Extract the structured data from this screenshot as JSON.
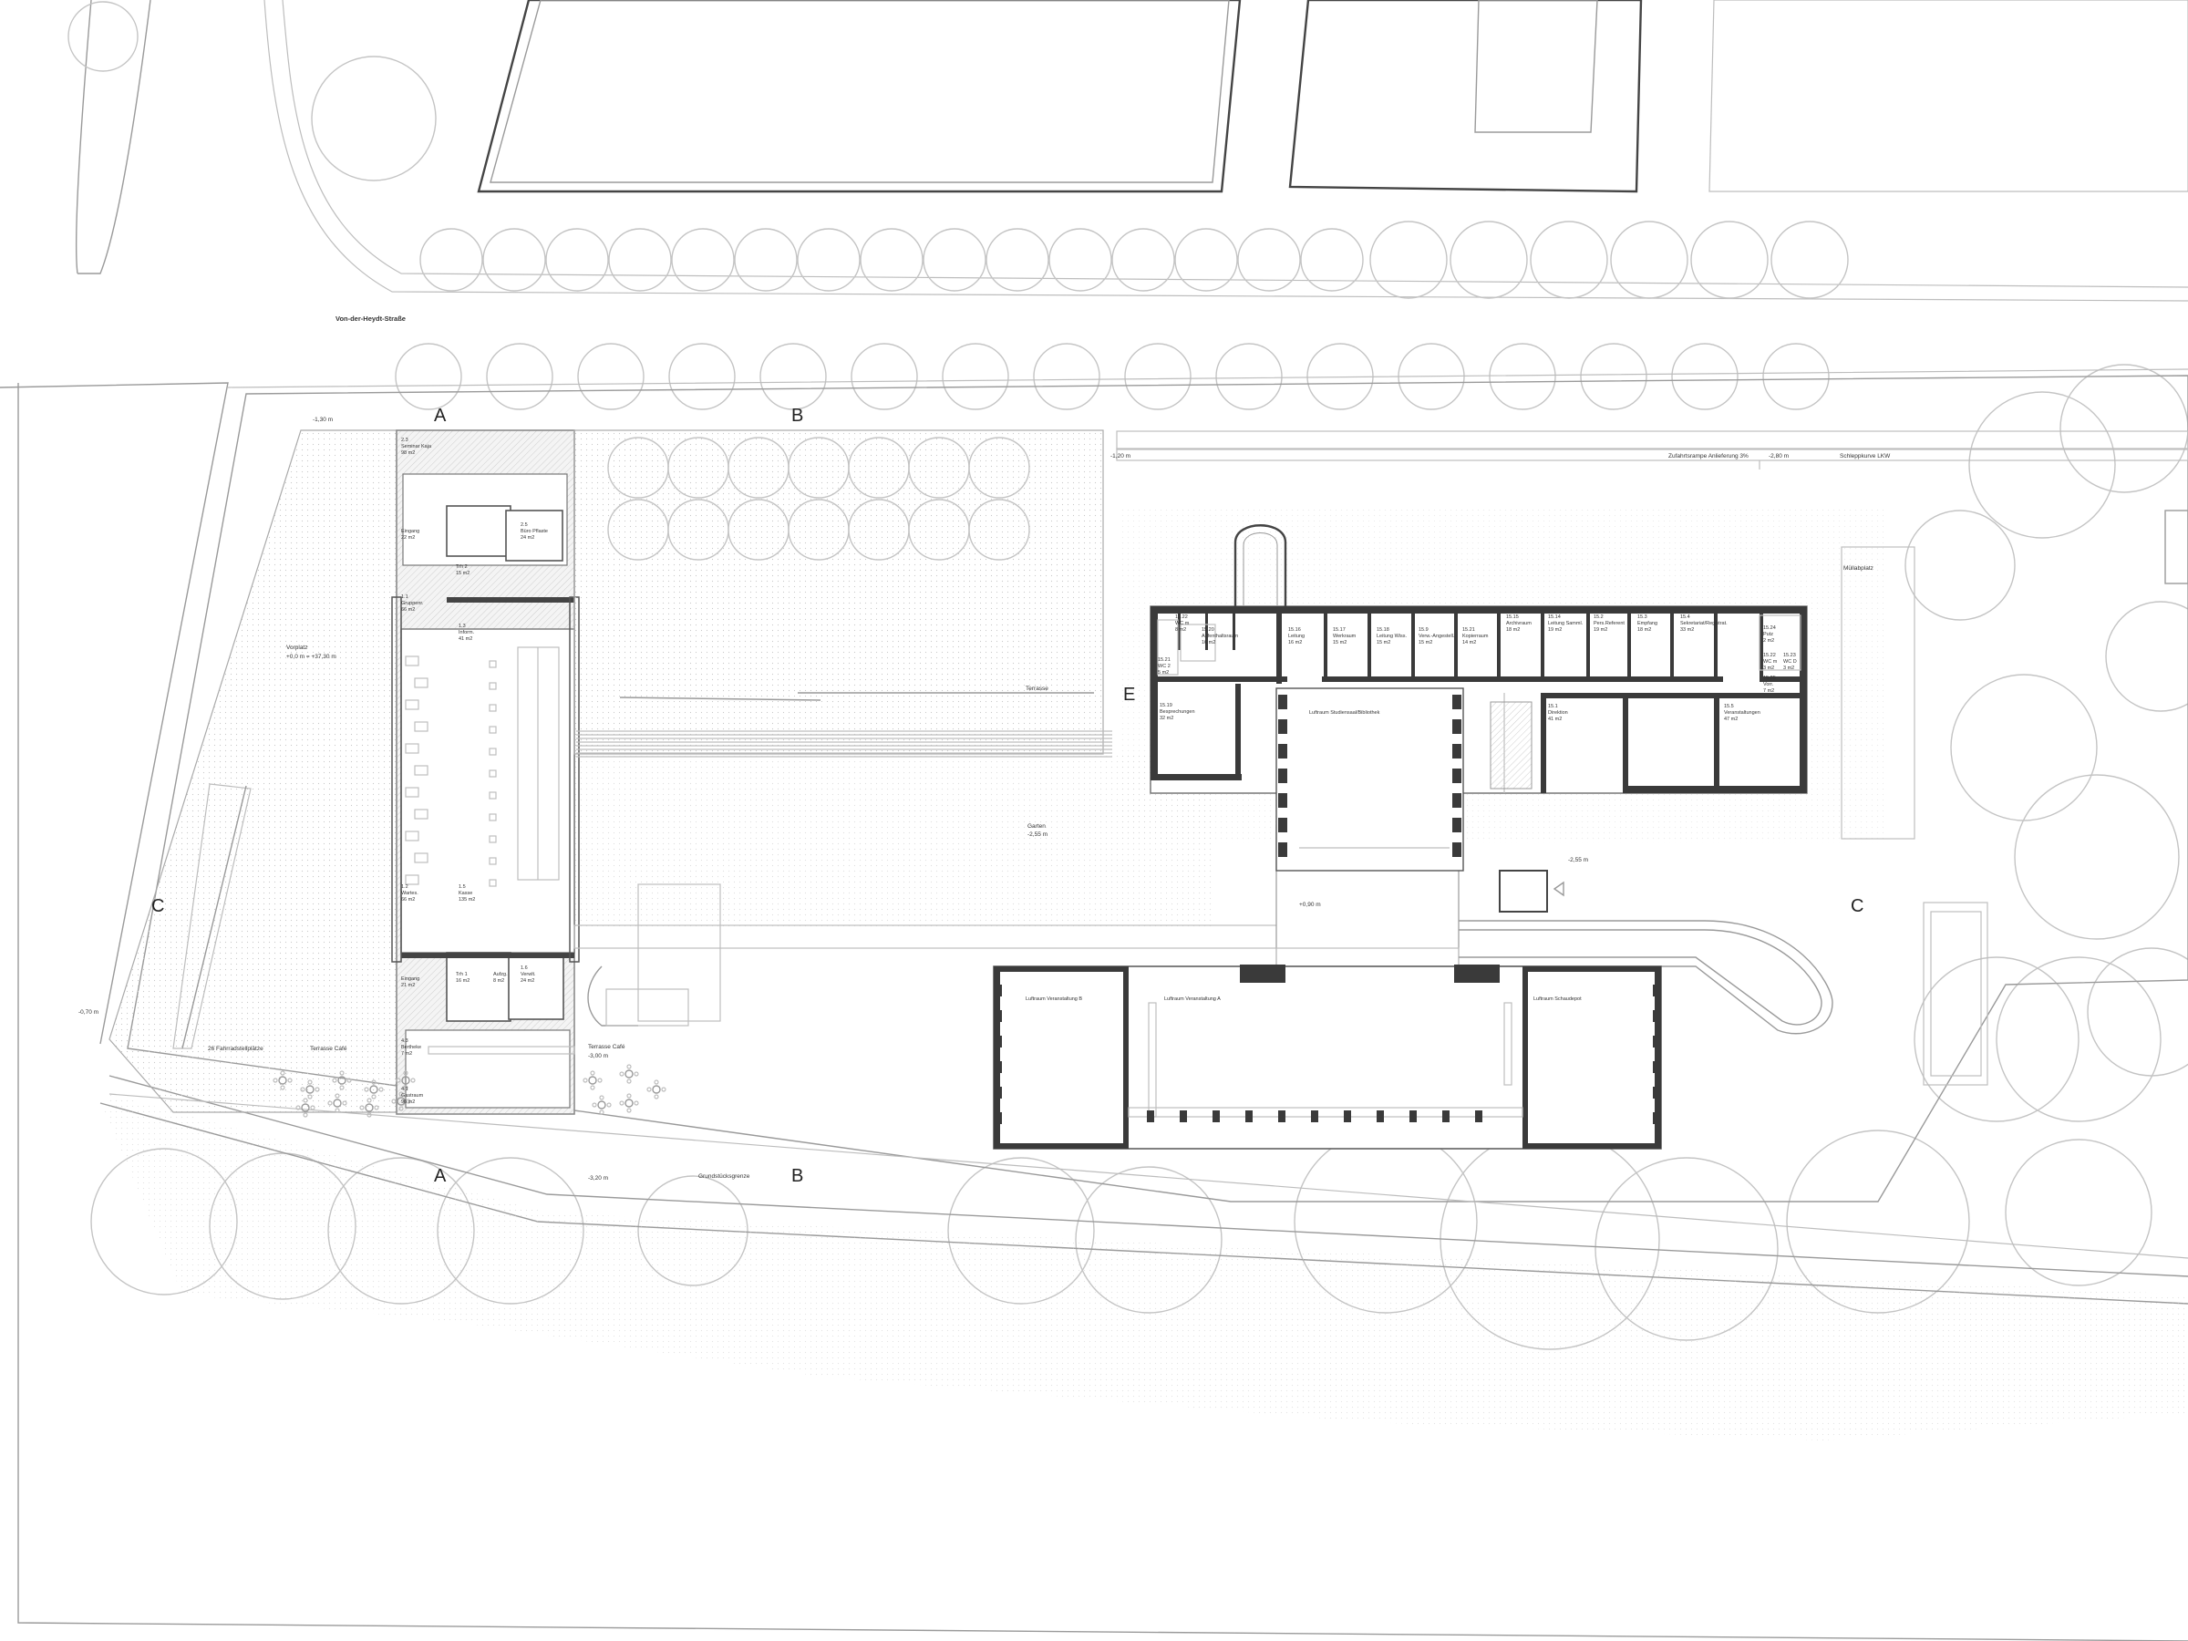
{
  "plan": {
    "street_name": "Von-der-Heydt-Straße",
    "section_marks": {
      "a": "A",
      "b": "B",
      "c": "C",
      "e": "E"
    },
    "levels": {
      "nw_corner": "-1,30 m",
      "north_drive": "-1,20 m",
      "east_drive": "-2,80 m",
      "west": "-0,70 m",
      "garden_path": "+0,90 m",
      "east_yard": "-2,55 m",
      "south": "-3,20 m"
    },
    "site_labels": {
      "ramp": "Zufahrtsrampe Anlieferung 3%",
      "truck_curve": "Schleppkurve LKW",
      "forecourt": "Vorplatz",
      "forecourt_level": "+0,0 m = +37,30 m",
      "bike_parking": "26 Fahrradstellplätze",
      "terrace_cafe": "Terrasse Café",
      "terrace_cafe_2": "Terrasse Café",
      "terrace_cafe_2_level": "-3,00 m",
      "terrace": "Terrasse",
      "garden": "Garten",
      "garden_level": "-2,55 m",
      "property_line": "Grundstücksgrenze",
      "muellplatz": "Müllabplatz"
    },
    "west_building": {
      "rooms": [
        {
          "no": "2.3",
          "name": "Seminar Kaja",
          "area": "98 m2"
        },
        {
          "no": "",
          "name": "Eingang",
          "area": "22 m2"
        },
        {
          "no": "2.5",
          "name": "Büro Pflaste",
          "area": "24 m2"
        },
        {
          "no": "",
          "name": "Trh 2",
          "area": "15 m2"
        },
        {
          "no": "1.1",
          "name": "Gruppenr.",
          "area": "66 m2"
        },
        {
          "no": "1.3",
          "name": "Inform.",
          "area": "41 m2"
        },
        {
          "no": "1.2",
          "name": "Wartes.",
          "area": "66 m2"
        },
        {
          "no": "1.5",
          "name": "Kasse",
          "area": "135 m2"
        },
        {
          "no": "",
          "name": "Eingang",
          "area": "21 m2"
        },
        {
          "no": "",
          "name": "Trh 1",
          "area": "16 m2"
        },
        {
          "no": "",
          "name": "Aufzg.",
          "area": "8 m2"
        },
        {
          "no": "1.6",
          "name": "Verwlt.",
          "area": "24 m2"
        },
        {
          "no": "4.3",
          "name": "Bertheke",
          "area": "7 m2"
        },
        {
          "no": "4.1",
          "name": "Gastraum",
          "area": "96 m2"
        }
      ]
    },
    "east_building": {
      "rooms": [
        {
          "no": "15.22",
          "name": "WC m",
          "area": "8 m2"
        },
        {
          "no": "15.20",
          "name": "Aufenthaltsraum",
          "area": "16 m2"
        },
        {
          "no": "15.16",
          "name": "Leitung",
          "area": "16 m2"
        },
        {
          "no": "15.17",
          "name": "Werkraum",
          "area": "15 m2"
        },
        {
          "no": "15.18",
          "name": "Leitung Wiss.",
          "area": "15 m2"
        },
        {
          "no": "15.9",
          "name": "Verw.-Angestell.",
          "area": "15 m2"
        },
        {
          "no": "15.21",
          "name": "Kopierraum",
          "area": "14 m2"
        },
        {
          "no": "15.15",
          "name": "Archivraum",
          "area": "18 m2"
        },
        {
          "no": "15.14",
          "name": "Leitung Samml.",
          "area": "19 m2"
        },
        {
          "no": "15.2",
          "name": "Pers.Referent",
          "area": "19 m2"
        },
        {
          "no": "15.3",
          "name": "Empfang",
          "area": "18 m2"
        },
        {
          "no": "15.4",
          "name": "Sekretariat/Registrat.",
          "area": "33 m2"
        },
        {
          "no": "15.21",
          "name": "WC 2",
          "area": "5 m2"
        },
        {
          "no": "15.19",
          "name": "Besprechungen",
          "area": "32 m2"
        },
        {
          "no": "15.1",
          "name": "Direktion",
          "area": "41 m2"
        },
        {
          "no": "15.5",
          "name": "Veranstaltungen",
          "area": "47 m2"
        },
        {
          "no": "15.22",
          "name": "WC m",
          "area": "3 m2"
        },
        {
          "no": "15.23",
          "name": "WC D",
          "area": "3 m2"
        },
        {
          "no": "15.24",
          "name": "Putz",
          "area": "2 m2"
        },
        {
          "no": "15.25",
          "name": "Vorr.",
          "area": "7 m2"
        }
      ],
      "void_library": "Luftraum Studiensaal/Bibliothek"
    },
    "south_building": {
      "void_b": "Luftraum Veranstaltung B",
      "void_a": "Luftraum Veranstaltung A",
      "void_depot": "Luftraum Schaudepot"
    }
  }
}
